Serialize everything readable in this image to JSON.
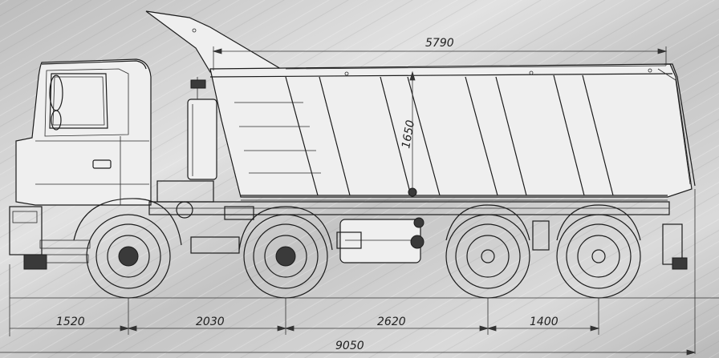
{
  "dimensions": {
    "body_length": "5790",
    "body_height": "1650",
    "front_overhang": "1520",
    "wheelbase_1_2": "2030",
    "wheelbase_2_3": "2620",
    "wheelbase_3_4": "1400",
    "overall_length": "9050"
  }
}
